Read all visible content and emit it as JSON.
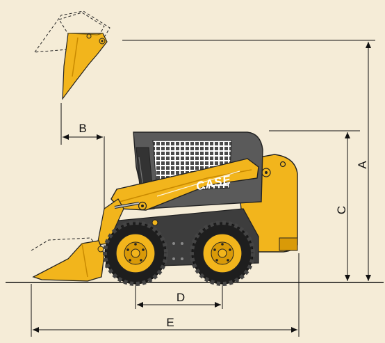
{
  "diagram": {
    "brand": "CASE",
    "dimensions": {
      "A": "A",
      "B": "B",
      "C": "C",
      "D": "D",
      "E": "E"
    }
  },
  "colors": {
    "background": "#f5ecd7",
    "body": "#f2b51c",
    "body_dark": "#c98a00",
    "cab": "#5a5a5a",
    "tire": "#1e1e1e",
    "line": "#111111"
  }
}
